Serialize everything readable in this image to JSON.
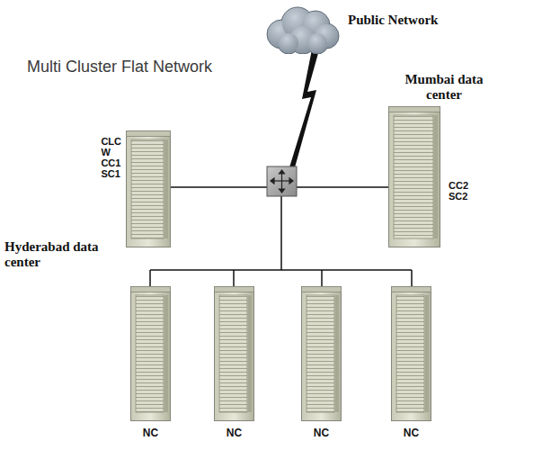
{
  "diagram": {
    "title": "Multi Cluster Flat Network",
    "nodes": [
      {
        "text": [
          "Public Network"
        ]
      },
      {
        "text": [
          "CLC W CC1 SC1"
        ]
      },
      {
        "text": [
          "CC2 SC2"
        ]
      },
      {
        "text": [
          "NC"
        ]
      },
      {
        "text": [
          "NC"
        ]
      },
      {
        "text": [
          "NC"
        ]
      },
      {
        "text": [
          "NC"
        ]
      }
    ],
    "edges": [
      {
        "from": 1,
        "to": 2,
        "arrow": "none"
      }
    ],
    "labels": [
      "Hyderabad data center",
      "Mumbai data center"
    ]
  }
}
